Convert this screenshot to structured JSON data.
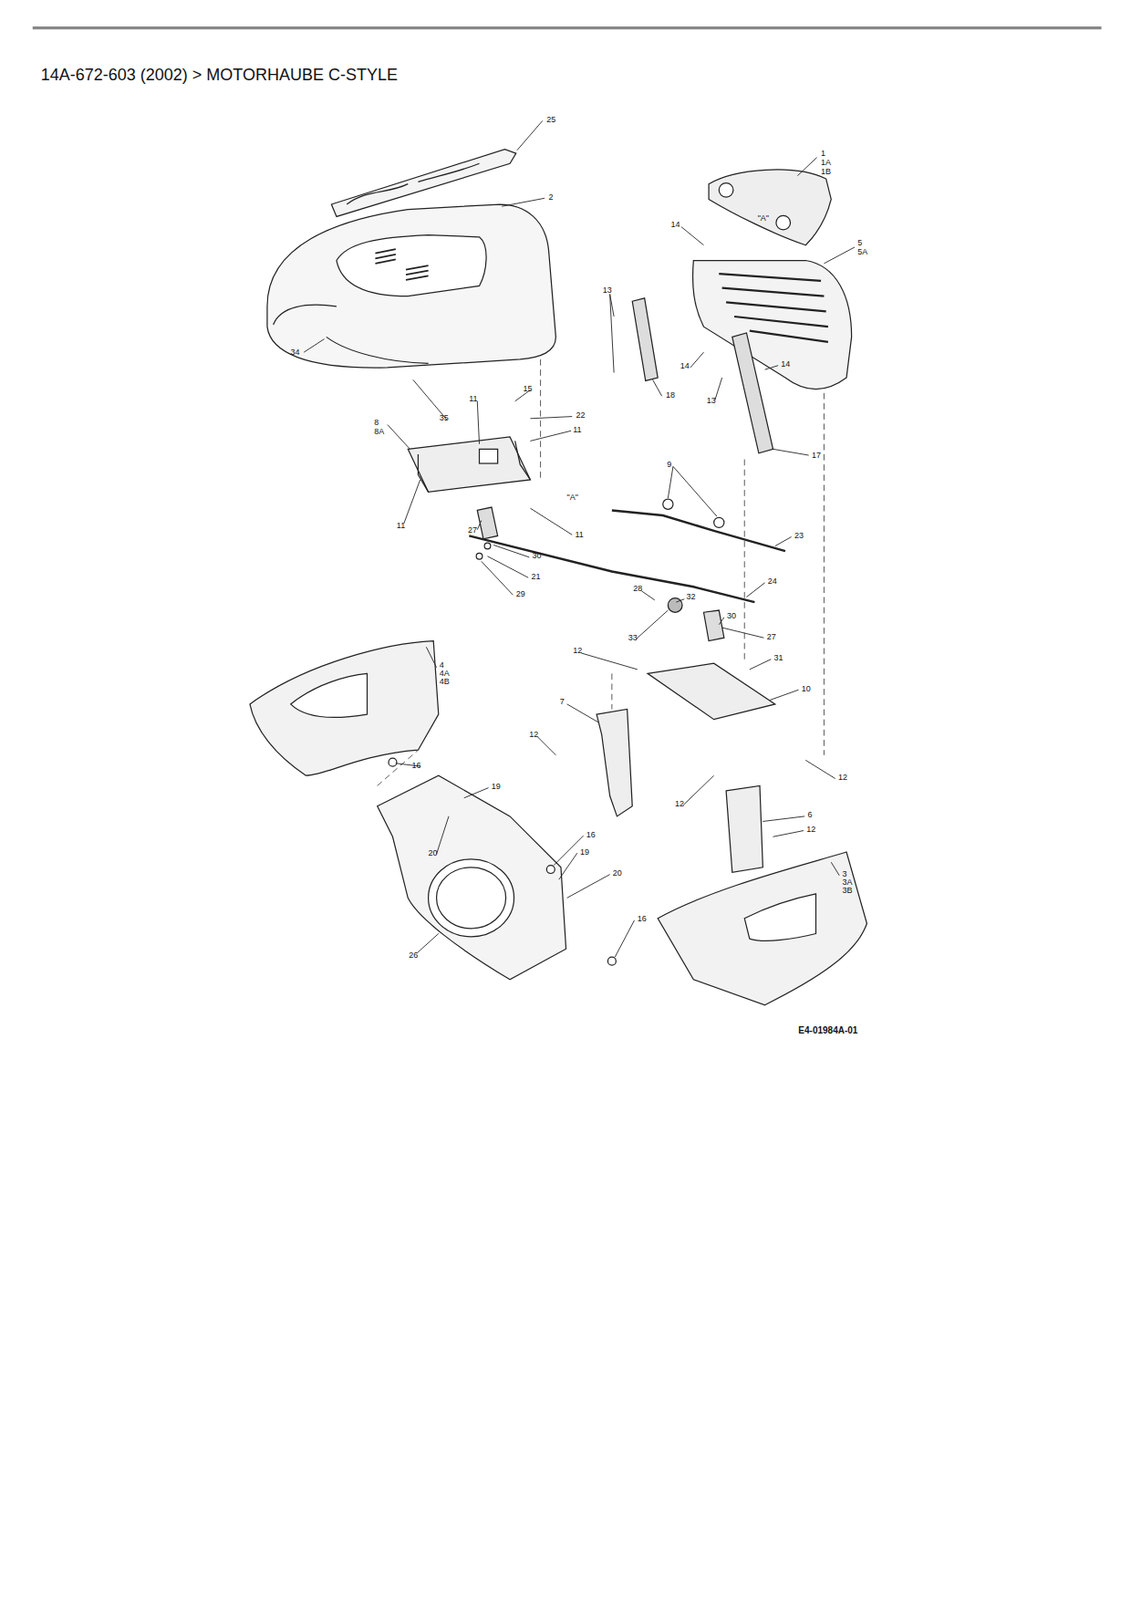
{
  "diagram": {
    "title": "14A-672-603 (2002)  >  MOTORHAUBE C-STYLE",
    "labels": [
      "25",
      "1",
      "1A",
      "1B",
      "2",
      "14",
      "\"A\"",
      "5",
      "5A",
      "13",
      "34",
      "15",
      "11",
      "22",
      "11",
      "14",
      "14",
      "18",
      "35",
      "8",
      "8A",
      "13",
      "17",
      "9",
      "\"A\"",
      "11",
      "27",
      "11",
      "23",
      "30",
      "21",
      "28",
      "24",
      "29",
      "32",
      "30",
      "33",
      "27",
      "12",
      "31",
      "4",
      "4A",
      "4B",
      "10",
      "7",
      "12",
      "16",
      "12",
      "19",
      "12",
      "6",
      "12",
      "16",
      "20",
      "19",
      "3",
      "3A",
      "3B",
      "20",
      "16",
      "26",
      "E4-01984A-01"
    ]
  }
}
